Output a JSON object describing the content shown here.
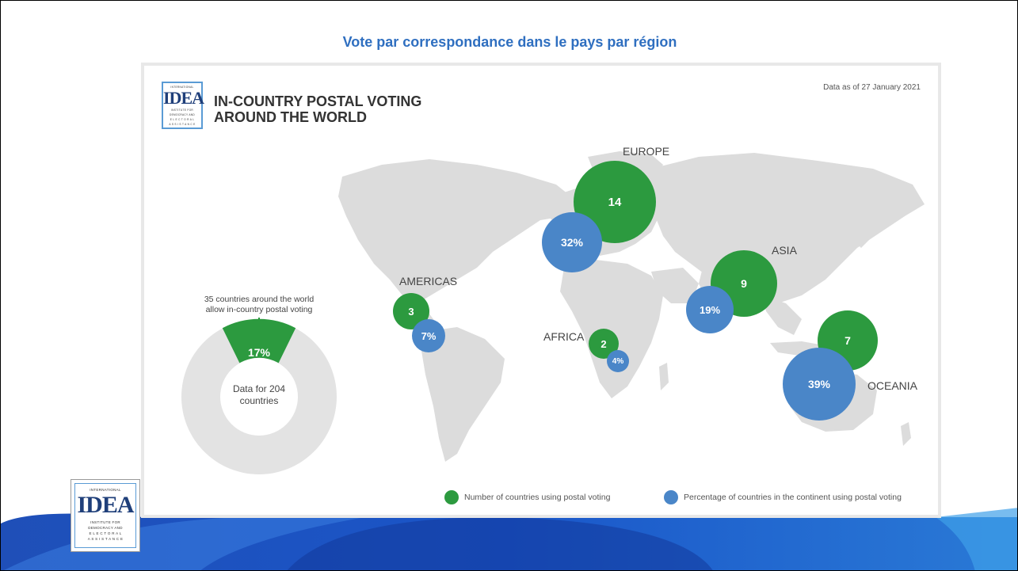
{
  "slide": {
    "title": "Vote par correspondance dans le pays  par région",
    "title_color": "#2f6fc0"
  },
  "logo": {
    "top_text": "INTERNATIONAL",
    "main_text": "IDEA",
    "line1": "INSTITUTE FOR",
    "line2": "DEMOCRACY AND",
    "line3": "E L E C T O R A L",
    "line4": "A S S I S T A N C E"
  },
  "infographic": {
    "title_line1": "IN-COUNTRY POSTAL VOTING",
    "title_line2": "AROUND THE WORLD",
    "date_note": "Data as of 27 January 2021",
    "colors": {
      "count": "#2c9a3f",
      "percentage": "#4a86c8",
      "map": "#dcdcdc",
      "donut": "#e3e3e3"
    },
    "regions": [
      {
        "name": "EUROPE",
        "count": "14",
        "percentage": "32%"
      },
      {
        "name": "ASIA",
        "count": "9",
        "percentage": "19%"
      },
      {
        "name": "AMERICAS",
        "count": "3",
        "percentage": "7%"
      },
      {
        "name": "AFRICA",
        "count": "2",
        "percentage": "4%"
      },
      {
        "name": "OCEANIA",
        "count": "7",
        "percentage": "39%"
      }
    ],
    "donut": {
      "share": 0.17,
      "share_label": "17%",
      "callout_line1": "35 countries around the world",
      "callout_line2": "allow in-country postal voting",
      "center_line1": "Data for 204",
      "center_line2": "countries"
    },
    "legend": {
      "count_label": "Number of countries using postal voting",
      "percentage_label": "Percentage of countries in the continent using postal voting"
    }
  }
}
